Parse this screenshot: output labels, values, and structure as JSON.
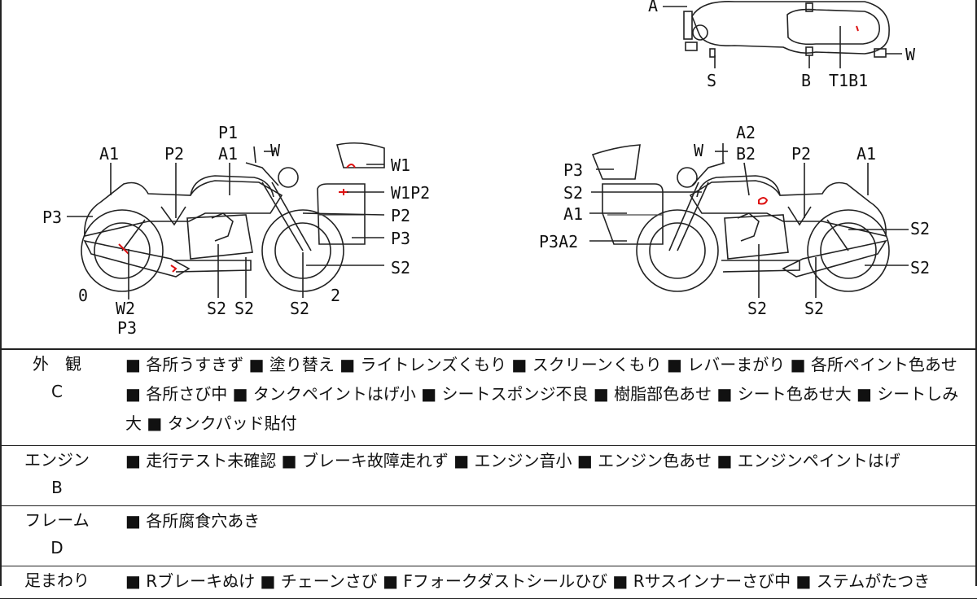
{
  "diagram": {
    "top_view": {
      "label_a": "A",
      "label_s": "S",
      "label_b": "B",
      "label_t1b1": "T1B1",
      "label_w": "W"
    },
    "left_view": {
      "label_a1_rear": "A1",
      "label_p2_mid": "P2",
      "label_p1": "P1",
      "label_a1_tank": "A1",
      "label_w_mirror": "W",
      "label_w1": "W1",
      "label_w1p2": "W1P2",
      "label_p2_fork": "P2",
      "label_p3_box": "P3",
      "label_s2_front": "S2",
      "label_p3_rear": "P3",
      "label_0": "0",
      "label_w2": "W2",
      "label_p3_bottom": "P3",
      "label_s2_engine_a": "S2",
      "label_s2_engine_b": "S2",
      "label_s2_wheel": "S2",
      "label_2": "2"
    },
    "right_view": {
      "label_a2": "A2",
      "label_b2": "B2",
      "label_w_mirror": "W",
      "label_p2": "P2",
      "label_a1": "A1",
      "label_p3_screen": "P3",
      "label_s2_fork": "S2",
      "label_a1_box": "A1",
      "label_p3a2": "P3A2",
      "label_s2_rear_a": "S2",
      "label_s2_rear_b": "S2",
      "label_s2_engine": "S2",
      "label_s2_exhaust": "S2"
    }
  },
  "remarks": {
    "exterior": {
      "category": "外　観",
      "code": "C",
      "items": "■ 各所うすきず ■ 塗り替え ■ ライトレンズくもり ■ スクリーンくもり ■ レバーまがり ■ 各所ペイント色あせ ■ 各所さび中 ■ タンクペイントはげ小 ■ シートスポンジ不良 ■ 樹脂部色あせ ■ シート色あせ大 ■ シートしみ大 ■ タンクパッド貼付"
    },
    "engine": {
      "category": "エンジン",
      "code": "B",
      "items": "■ 走行テスト未確認 ■ ブレーキ故障走れず ■ エンジン音小 ■ エンジン色あせ ■ エンジンペイントはげ"
    },
    "frame": {
      "category": "フレーム",
      "code": "D",
      "items": "■ 各所腐食穴あき"
    },
    "suspension": {
      "category": "足まわり",
      "items": "■ Rブレーキぬけ ■ チェーンさび ■ Fフォークダストシールひび ■ Rサスインナーさび中 ■ ステムがたつき"
    }
  }
}
